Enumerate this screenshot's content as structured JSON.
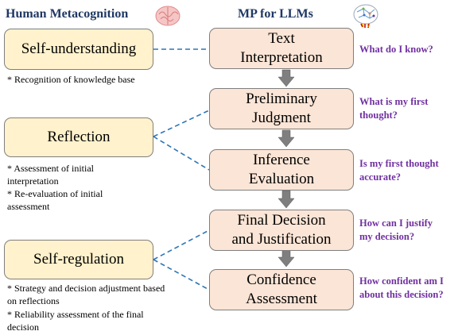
{
  "headers": {
    "left": "Human Metacognition",
    "right": "MP for LLMs"
  },
  "human": [
    {
      "label": "Self-understanding",
      "notes": [
        "* Recognition of knowledge base"
      ]
    },
    {
      "label": "Reflection",
      "notes": [
        "* Assessment of initial interpretation",
        "* Re-evaluation of initial assessment"
      ]
    },
    {
      "label": "Self-regulation",
      "notes": [
        "* Strategy and decision adjustment based on reflections",
        "* Reliability assessment of the final decision"
      ]
    }
  ],
  "steps": [
    {
      "line1": "Text",
      "line2": "Interpretation",
      "question": "What do I know?"
    },
    {
      "line1": "Preliminary",
      "line2": "Judgment",
      "question": "What is my first thought?"
    },
    {
      "line1": "Inference",
      "line2": "Evaluation",
      "question": "Is my first thought accurate?"
    },
    {
      "line1": "Final Decision",
      "line2": "and Justification",
      "question": "How can I justify my decision?"
    },
    {
      "line1": "Confidence",
      "line2": "Assessment",
      "question": "How confident am I about this decision?"
    }
  ],
  "colors": {
    "human_box": "#fff2cc",
    "step_box": "#fbe5d6",
    "header": "#1f3864",
    "question": "#7030a0",
    "connector": "#2e75b6",
    "arrow": "#7f7f7f"
  },
  "icons": {
    "left_header": "brain-icon",
    "right_header": "neural-net-brain-icon"
  }
}
